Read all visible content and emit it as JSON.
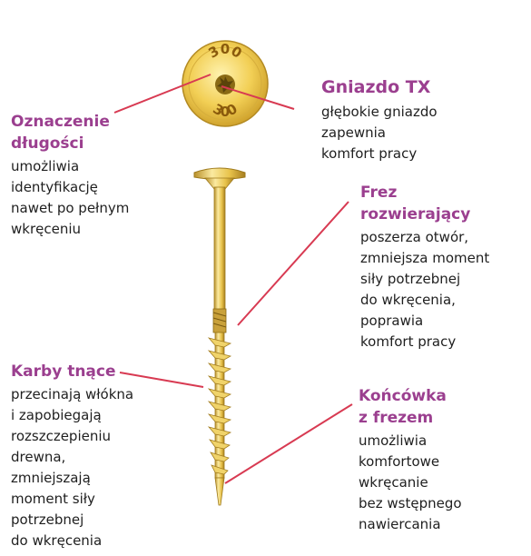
{
  "colors": {
    "title": "#9b3f8f",
    "text": "#1f1f1f",
    "leader_line": "#d83a52",
    "screw_gold": "#e8c24a",
    "screw_shadow": "#b9902a",
    "screw_highlight": "#fbeaa0"
  },
  "head_marking": "300",
  "callouts": {
    "drive": {
      "title": "Gniazdo TX",
      "description": "głębokie gniazdo\nzapewnia\nkomfort pracy"
    },
    "length_mark": {
      "title": "Oznaczenie\ndługości",
      "description": "umożliwia\nidentyfikację\nnawet po pełnym\nwkręceniu"
    },
    "reamer": {
      "title": "Frez\nrozwierający",
      "description": "poszerza otwór,\nzmniejsza moment\nsiły potrzebnej\ndo wkręcenia,\npoprawia\nkomfort pracy"
    },
    "cutting_notches": {
      "title": "Karby tnące",
      "description": "przecinają włókna\ni zapobiegają\nrozszczepieniu\ndrewna,\nzmniejszają\nmoment siły\npotrzebnej\ndo wkręcenia"
    },
    "tip": {
      "title": "Końcówka\nz frezem",
      "description": "umożliwia\nkomfortowe\nwkręcanie\nbez wstępnego\nnawiercania"
    }
  }
}
